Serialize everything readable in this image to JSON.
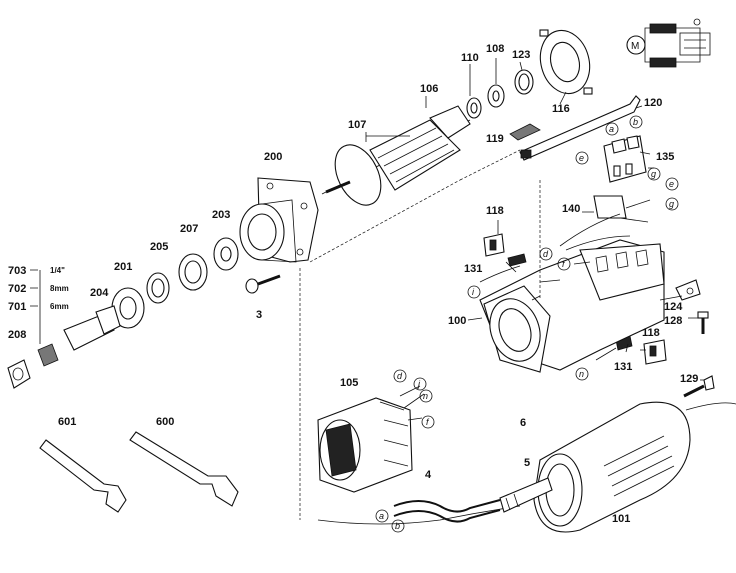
{
  "parts": {
    "p3": "3",
    "p4": "4",
    "p5": "5",
    "p6": "6",
    "p100": "100",
    "p101": "101",
    "p105": "105",
    "p106": "106",
    "p107": "107",
    "p108": "108",
    "p110": "110",
    "p116": "116",
    "p118a": "118",
    "p118b": "118",
    "p119": "119",
    "p120": "120",
    "p123": "123",
    "p124": "124",
    "p128": "128",
    "p129": "129",
    "p131a": "131",
    "p131b": "131",
    "p135": "135",
    "p140": "140",
    "p200": "200",
    "p201": "201",
    "p203": "203",
    "p204": "204",
    "p205": "205",
    "p207": "207",
    "p208": "208",
    "p600": "600",
    "p601": "601",
    "p701": "701",
    "p702": "702",
    "p703": "703"
  },
  "collet_sizes": {
    "s703": "1/4\"",
    "s702": "8mm",
    "s701": "6mm"
  },
  "wire_labels": {
    "a_switch": "a",
    "b_switch": "b",
    "e_switch": "e",
    "g_switch": "g",
    "e_cap": "e",
    "g_cap": "g",
    "d_cap": "d",
    "f_cap": "f",
    "i_left": "i",
    "n_right": "n",
    "d_stator": "d",
    "j_stator": "j",
    "n_stator": "n",
    "f_stator": "f",
    "a_cord": "a",
    "b_cord": "b"
  }
}
